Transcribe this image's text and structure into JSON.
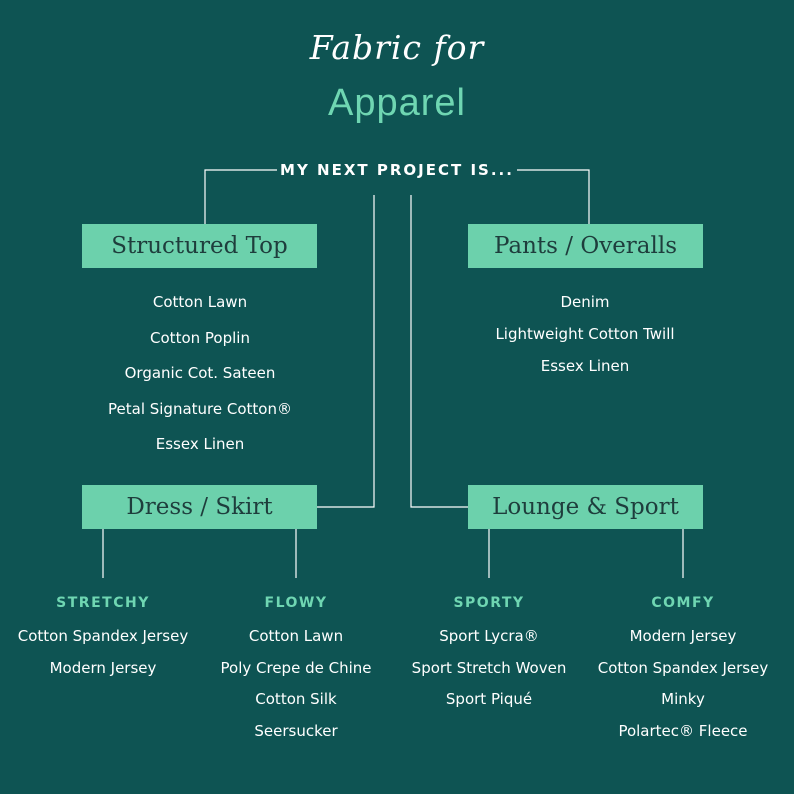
{
  "header": {
    "script_title": "Fabric for",
    "title": "Apparel",
    "subtitle": "MY NEXT PROJECT IS..."
  },
  "categories": {
    "structured_top": {
      "label": "Structured Top",
      "items": [
        "Cotton Lawn",
        "Cotton Poplin",
        "Organic Cot. Sateen",
        "Petal Signature Cotton®",
        "Essex Linen"
      ]
    },
    "pants_overalls": {
      "label": "Pants / Overalls",
      "items": [
        "Denim",
        "Lightweight Cotton Twill",
        "Essex Linen"
      ]
    },
    "dress_skirt": {
      "label": "Dress / Skirt",
      "groups": [
        {
          "heading": "STRETCHY",
          "items": [
            "Cotton Spandex Jersey",
            "Modern Jersey"
          ]
        },
        {
          "heading": "FLOWY",
          "items": [
            "Cotton Lawn",
            "Poly Crepe de Chine",
            "Cotton Silk",
            "Seersucker"
          ]
        }
      ]
    },
    "lounge_sport": {
      "label": "Lounge & Sport",
      "groups": [
        {
          "heading": "SPORTY",
          "items": [
            "Sport Lycra®",
            "Sport Stretch Woven",
            "Sport Piqué"
          ]
        },
        {
          "heading": "COMFY",
          "items": [
            "Modern Jersey",
            "Cotton Spandex Jersey",
            "Minky",
            "Polartec® Fleece"
          ]
        }
      ]
    }
  },
  "colors": {
    "background": "#0e5453",
    "accent": "#6fd6b2",
    "box_fill": "#6cd1ac",
    "box_text": "#1e3d3c",
    "line": "#ffffff"
  }
}
